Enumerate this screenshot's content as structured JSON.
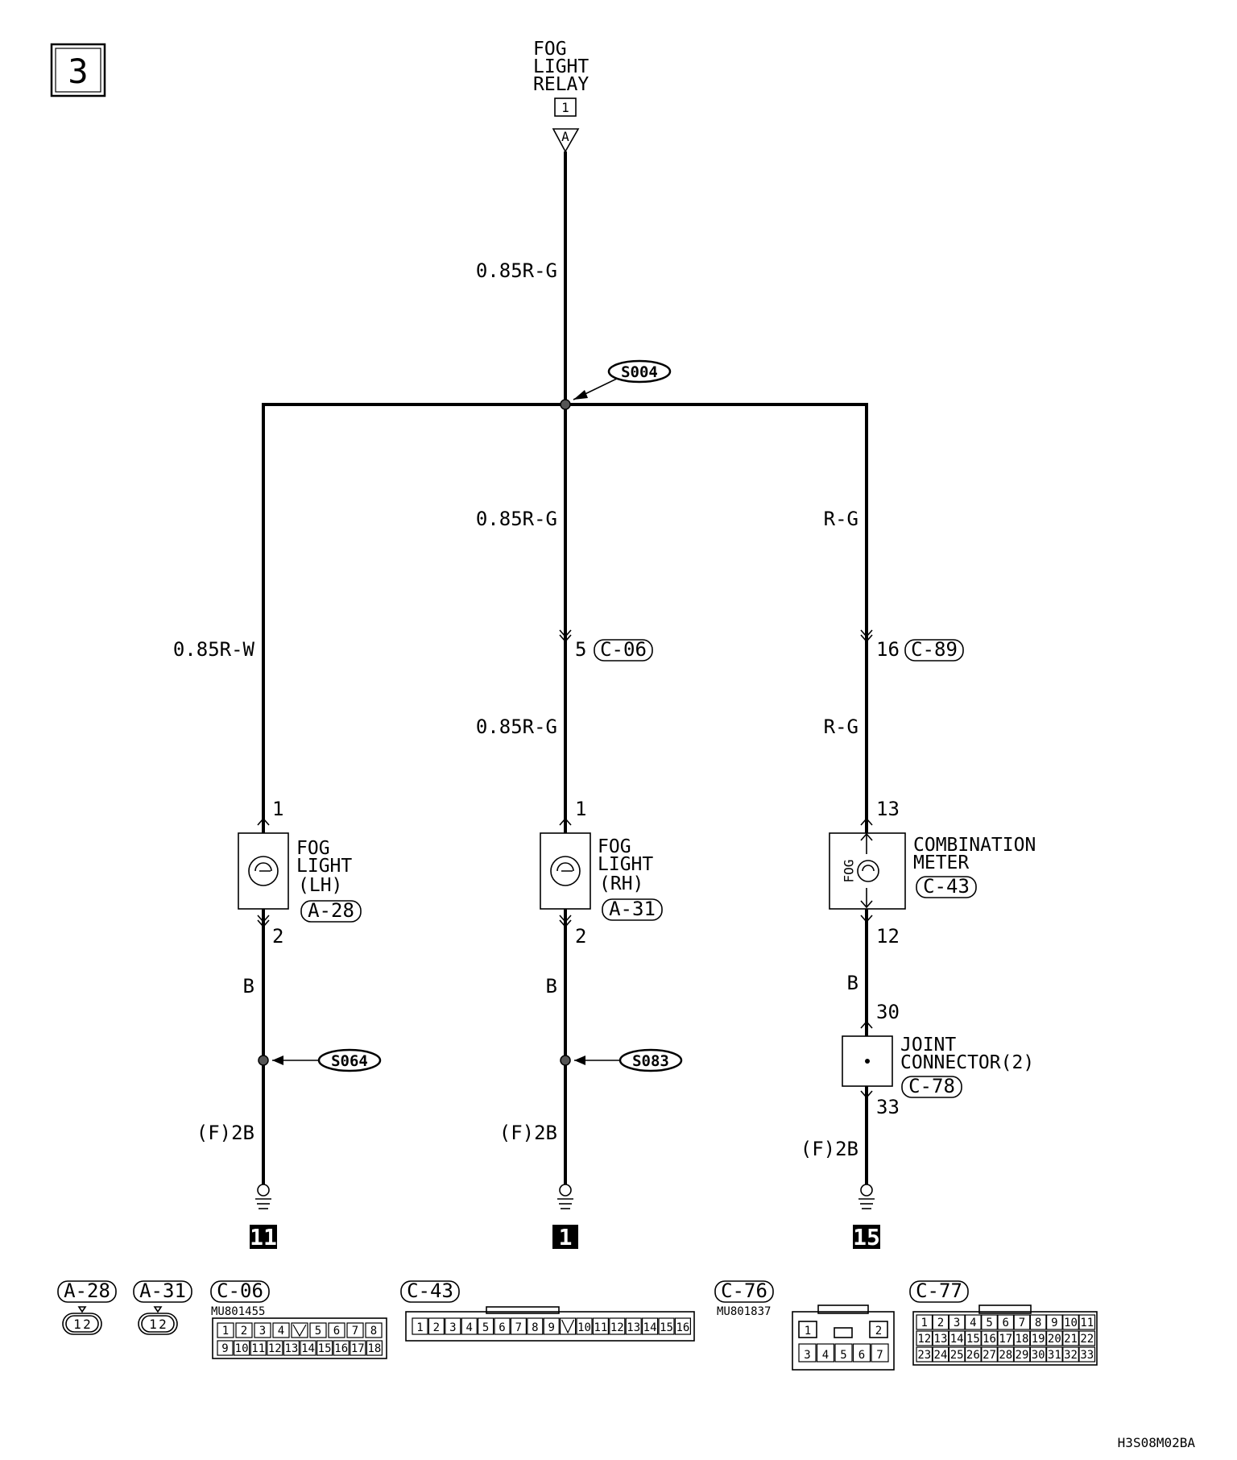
{
  "sheet": {
    "number": "3",
    "code": "H3S08M02BA"
  },
  "relay": {
    "lines": [
      "FOG",
      "LIGHT",
      "RELAY"
    ],
    "terminal": "1",
    "pin": "A"
  },
  "splices": {
    "main": "S004",
    "left": "S064",
    "mid": "S083"
  },
  "wires": {
    "feed": "0.85R-G",
    "left": "0.85R-W",
    "mid_upper": "0.85R-G",
    "mid_lower": "0.85R-G",
    "right_upper": "R-G",
    "right_lower": "R-G",
    "left_b": "B",
    "mid_b": "B",
    "right_b": "B",
    "left_ground": "(F)2B",
    "mid_ground": "(F)2B",
    "right_ground": "(F)2B"
  },
  "inline_connectors": {
    "mid": {
      "pin": "5",
      "id": "C-06"
    },
    "right": {
      "pin": "16",
      "id": "C-89"
    }
  },
  "components": {
    "fog_lh": {
      "lines": [
        "FOG",
        "LIGHT",
        "(LH)"
      ],
      "id": "A-28",
      "pin_in": "1",
      "pin_out": "2"
    },
    "fog_rh": {
      "lines": [
        "FOG",
        "LIGHT",
        "(RH)"
      ],
      "id": "A-31",
      "pin_in": "1",
      "pin_out": "2"
    },
    "meter": {
      "lines": [
        "COMBINATION",
        "METER"
      ],
      "id": "C-43",
      "pin_in": "13",
      "pin_out": "12",
      "inner": "FOG"
    },
    "joint": {
      "lines": [
        "JOINT",
        "CONNECTOR(2)"
      ],
      "id": "C-78",
      "pin_in": "30",
      "pin_out": "33"
    }
  },
  "grounds": {
    "left": "11",
    "mid": "1",
    "right": "15"
  },
  "connector_views": {
    "a28": {
      "id": "A-28",
      "pins": [
        "1",
        "2"
      ]
    },
    "a31": {
      "id": "A-31",
      "pins": [
        "1",
        "2"
      ]
    },
    "c06": {
      "id": "C-06",
      "part": "MU801455",
      "top": [
        "1",
        "2",
        "3",
        "4",
        "",
        "5",
        "6",
        "7",
        "8"
      ],
      "bottom": [
        "9",
        "10",
        "11",
        "12",
        "13",
        "14",
        "15",
        "16",
        "17",
        "18"
      ]
    },
    "c43": {
      "id": "C-43",
      "pins": [
        "1",
        "2",
        "3",
        "4",
        "5",
        "6",
        "7",
        "8",
        "9",
        "",
        "10",
        "11",
        "12",
        "13",
        "14",
        "15",
        "16"
      ]
    },
    "c76": {
      "id": "C-76",
      "part": "MU801837",
      "top": [
        "1",
        "2"
      ],
      "bottom": [
        "3",
        "4",
        "5",
        "6",
        "7"
      ]
    },
    "c77": {
      "id": "C-77",
      "row1": [
        "1",
        "2",
        "3",
        "4",
        "5",
        "6",
        "7",
        "8",
        "9",
        "10",
        "11"
      ],
      "row2": [
        "12",
        "13",
        "14",
        "15",
        "16",
        "17",
        "18",
        "19",
        "20",
        "21",
        "22"
      ],
      "row3": [
        "23",
        "24",
        "25",
        "26",
        "27",
        "28",
        "29",
        "30",
        "31",
        "32",
        "33"
      ]
    }
  }
}
